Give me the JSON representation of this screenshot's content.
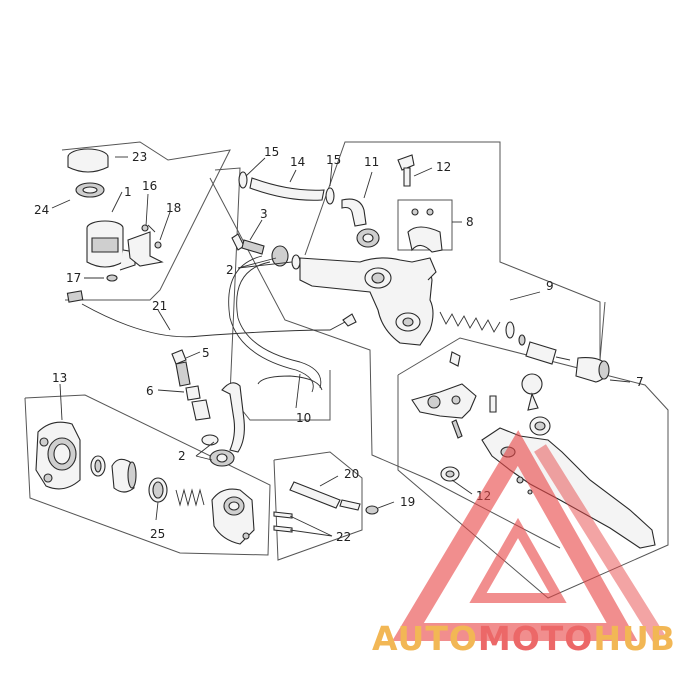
{
  "diagram": {
    "callouts": [
      "23",
      "1",
      "16",
      "24",
      "18",
      "17",
      "21",
      "15",
      "14",
      "15",
      "11",
      "12",
      "3",
      "8",
      "2",
      "9",
      "5",
      "6",
      "13",
      "7",
      "10",
      "2",
      "20",
      "19",
      "12",
      "25",
      "22"
    ]
  },
  "watermark": {
    "text_part1": "AUTO",
    "text_part2": "MOTO",
    "text_part3": "HUB",
    "color_orange": "#f0a830",
    "color_red": "#e84848"
  }
}
